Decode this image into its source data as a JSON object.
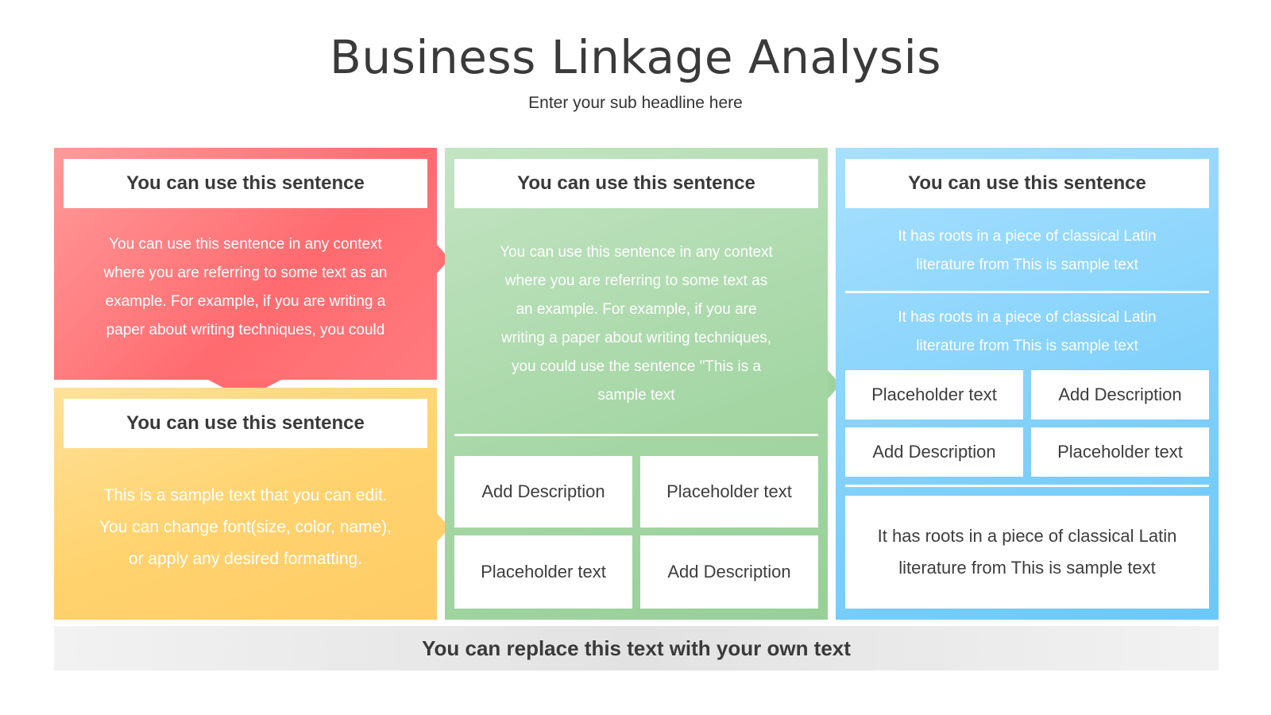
{
  "title": "Business Linkage Analysis",
  "subtitle": "Enter your sub headline here",
  "colors": {
    "red": "#ff6b6f",
    "yellow": "#ffd36f",
    "green": "#a4d6a4",
    "blue": "#7fd0fb"
  },
  "red_panel": {
    "heading": "You can use this sentence",
    "lines": [
      "You can use this sentence in any context",
      "where you are referring to some text as an",
      "example. For example, if you are writing a",
      "paper about writing techniques, you could"
    ]
  },
  "yellow_panel": {
    "heading": "You can use this sentence",
    "lines": [
      "This is a sample text that you can edit.",
      "You can change font(size, color, name),",
      "or apply any desired formatting."
    ]
  },
  "green_panel": {
    "heading": "You can use this sentence",
    "lines": [
      "You can use this sentence in any context",
      "where you are referring to some text as",
      "an example. For example, if you are",
      "writing a paper about writing techniques,",
      "you could use the sentence \"This is a",
      "sample text"
    ],
    "cells": [
      "Add Description",
      "Placeholder text",
      "Placeholder text",
      "Add Description"
    ]
  },
  "blue_panel": {
    "heading": "You can use this sentence",
    "text1": [
      "It has roots in a piece of classical Latin",
      "literature from This is sample text"
    ],
    "text2": [
      "It has roots in a piece of classical Latin",
      "literature from This is sample text"
    ],
    "cells": [
      "Placeholder text",
      "Add Description",
      "Add Description",
      "Placeholder text"
    ],
    "box": [
      "It has roots in a piece of classical Latin",
      "literature from This is sample text"
    ]
  },
  "footer": "You can replace this text with your own text"
}
